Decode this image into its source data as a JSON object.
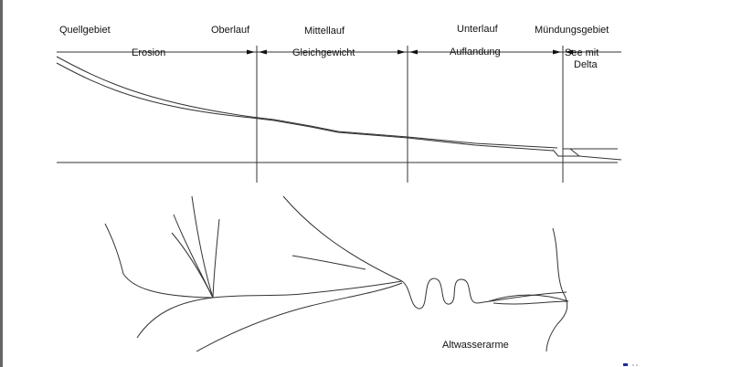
{
  "sections": [
    {
      "name": "Quellgebiet"
    },
    {
      "name": "Oberlauf"
    },
    {
      "name": "Mittellauf"
    },
    {
      "name": "Unterlauf"
    },
    {
      "name": "Mündungsgebiet"
    }
  ],
  "processes": {
    "erosion": "Erosion",
    "equilibrium": "Gleichgewicht",
    "aggradation": "Auflandung",
    "delta_line1": "See mit",
    "delta_line2": "Delta"
  },
  "annotations": {
    "oxbow": "Altwasserarme"
  }
}
